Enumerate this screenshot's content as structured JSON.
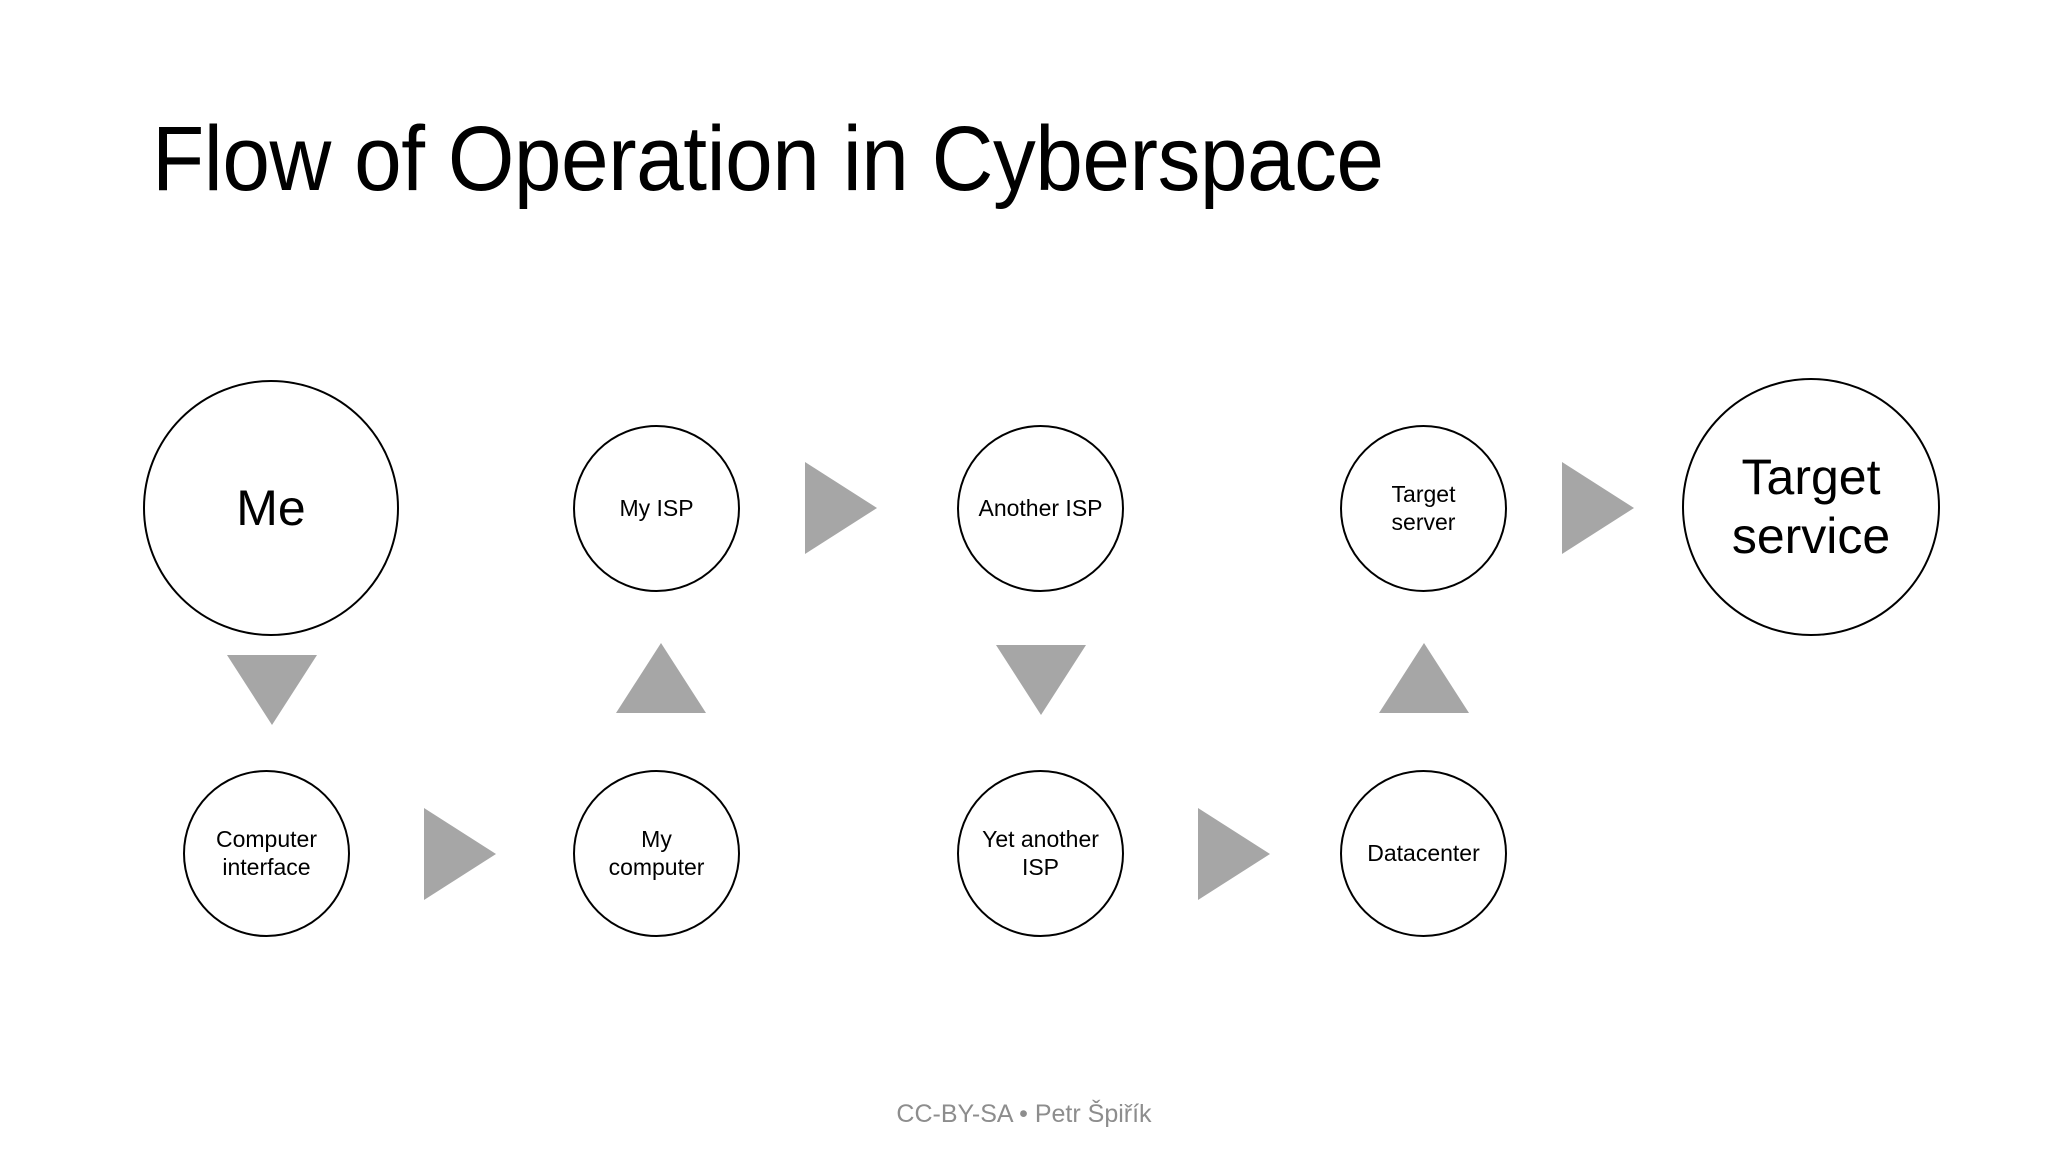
{
  "slide": {
    "title": "Flow of Operation in Cyberspace",
    "background_color": "#FFFFFF",
    "outline_color": "#000000",
    "arrow_color": "#A6A6A6",
    "footer": "CC-BY-SA • Petr Špiřík"
  },
  "nodes": {
    "me": "Me",
    "my_isp": "My ISP",
    "another_isp": "Another ISP",
    "target_server": "Target\nserver",
    "target_service": "Target\nservice",
    "computer_interface": "Computer\ninterface",
    "my_computer": "My\ncomputer",
    "yet_another_isp": "Yet another\nISP",
    "datacenter": "Datacenter"
  },
  "arrows": {
    "me_to_computer_interface": "down-arrow",
    "computer_interface_to_my_computer": "right-arrow",
    "my_computer_to_my_isp": "up-arrow",
    "my_isp_to_another_isp": "right-arrow",
    "another_isp_to_yet_another_isp": "down-arrow",
    "yet_another_isp_to_datacenter": "right-arrow",
    "datacenter_to_target_server": "up-arrow",
    "target_server_to_target_service": "right-arrow"
  }
}
